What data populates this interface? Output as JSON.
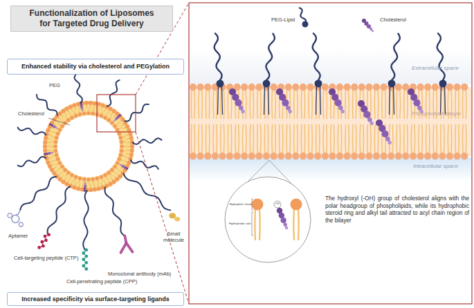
{
  "diagram": {
    "title": "Functionalization of Liposomes for Targeted Drug Delivery",
    "nodes": [
      {
        "text": [
          "Enhanced stability via cholesterol and PEGylation"
        ]
      },
      {
        "text": [
          "Increased specificity via surface-targeting ligands"
        ]
      }
    ],
    "labels": [
      "PEG",
      "Cholesterol",
      "Aptamer",
      "Cell-targeting peptide (CTP)",
      "Cell-penetrating peptide (CPP)",
      "Monoclonal antibody (mAb)",
      "Small molecule",
      "PEG-Lipid",
      "Cholesterol",
      "Extracellular space",
      "Phospholipid bilayer",
      "Intracellular space",
      "Hydrophilic head",
      "Hydrophobic tails",
      "OH",
      "The hydroxyl (-OH) group of cholesterol aligns with the polar headgroup of phospholipids, while its hydrophobic steroid ring and alkyl tail attracted to acyl chain region of the bilayer"
    ]
  }
}
